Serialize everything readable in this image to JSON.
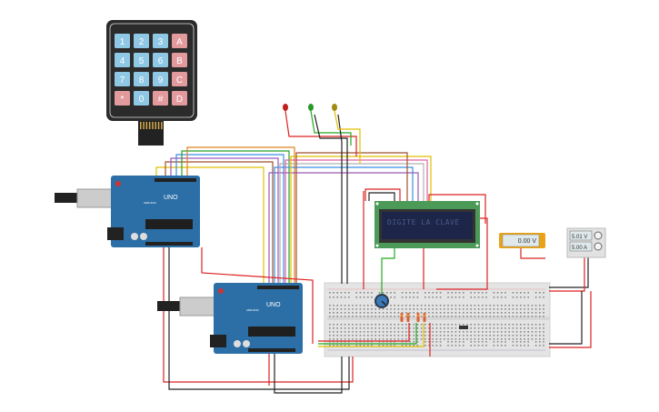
{
  "keypad": {
    "keys": [
      "1",
      "2",
      "3",
      "A",
      "4",
      "5",
      "6",
      "B",
      "7",
      "8",
      "9",
      "C",
      "*",
      "0",
      "#",
      "D"
    ],
    "colors": {
      "number": "#8fc8e4",
      "letter": "#e29a9d",
      "body": "#2b2b2b"
    }
  },
  "arduinos": [
    {
      "model": "UNO",
      "brand": "ARDUINO"
    },
    {
      "model": "UNO",
      "brand": "ARDUINO"
    }
  ],
  "leds": [
    {
      "color": "#c0201c"
    },
    {
      "color": "#2a9a2a"
    },
    {
      "color": "#a08a10"
    }
  ],
  "lcd": {
    "text": "DIGITE LA CLAVE",
    "board_color": "#4c9a58",
    "screen_color": "#1d2648"
  },
  "multimeter": {
    "reading": "0.00 V"
  },
  "power_supply": {
    "voltage": "5.01 V",
    "current": "5.00 A"
  },
  "colors": {
    "arduino": "#2c6ea6",
    "breadboard": "#e4e4e4",
    "potentiometer": "#3a78b8"
  }
}
